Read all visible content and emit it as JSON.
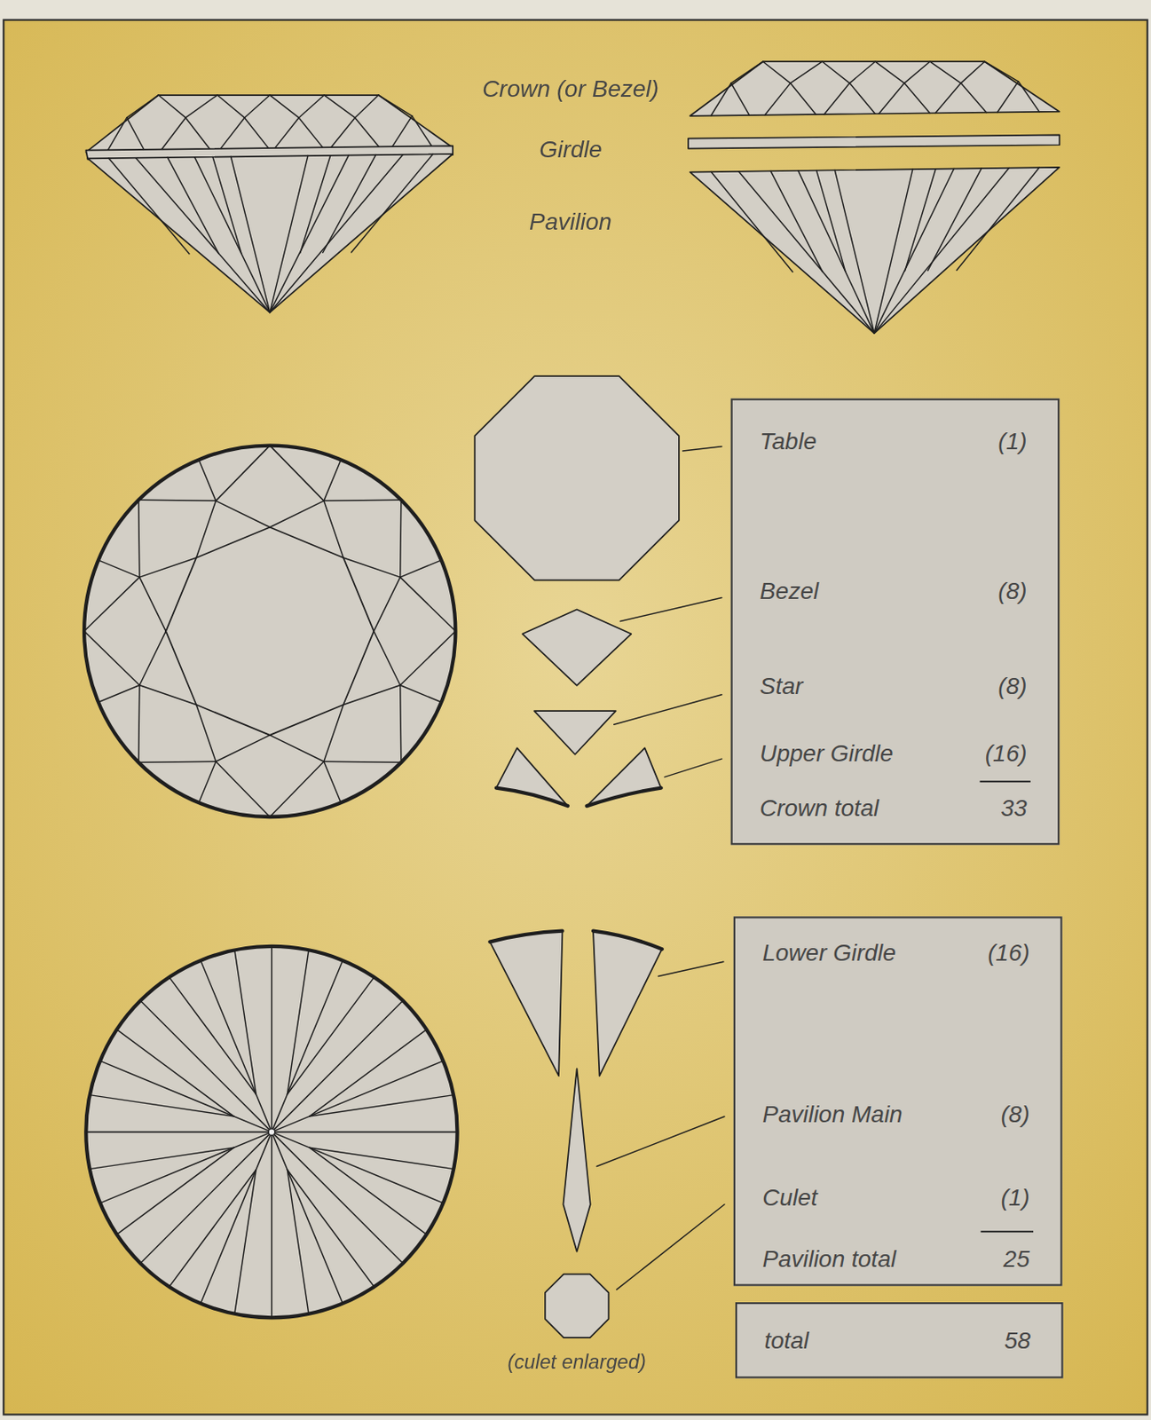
{
  "diagram": {
    "nodes": [
      {
        "text": [
          "Table",
          "(1)",
          "Bezel",
          "(8)",
          "Star",
          "(8)",
          "Upper Girdle",
          "(16)",
          "Crown total",
          "33"
        ]
      },
      {
        "text": [
          "Lower Girdle",
          "(16)",
          "Pavilion Main",
          "(8)",
          "Culet",
          "(1)",
          "Pavilion total",
          "25"
        ]
      },
      {
        "text": [
          "total",
          "58"
        ]
      }
    ],
    "labels": [
      "Crown (or Bezel)",
      "Girdle",
      "Pavilion",
      "(culet enlarged)"
    ]
  }
}
